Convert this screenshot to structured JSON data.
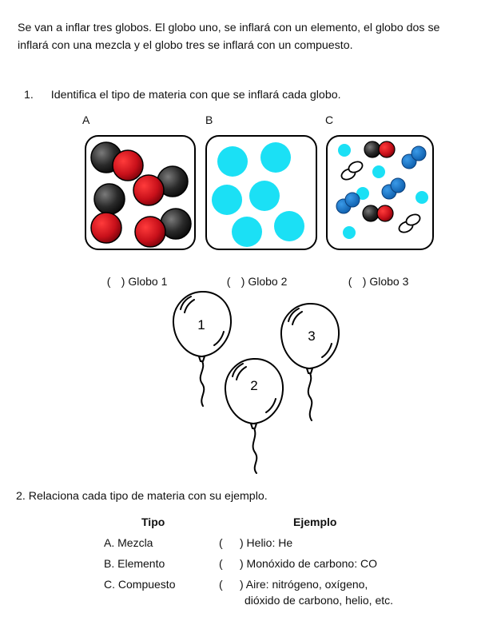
{
  "intro": {
    "line1": "Se van a inflar tres globos. El globo uno, se inflará con un elemento, el globo dos se",
    "line2": "inflará con una mezcla y el globo tres se inflará con un compuesto."
  },
  "question1": {
    "number": "1.",
    "text": "Identifica el tipo de materia con que se inflará cada globo.",
    "boxes": [
      {
        "label": "A"
      },
      {
        "label": "B"
      },
      {
        "label": "C"
      }
    ],
    "options": [
      {
        "paren": "(",
        "text": ") Globo 1"
      },
      {
        "paren": "(",
        "text": ") Globo 2"
      },
      {
        "paren": "(",
        "text": ") Globo 3"
      }
    ],
    "balloons": [
      {
        "number": "1"
      },
      {
        "number": "2"
      },
      {
        "number": "3"
      }
    ]
  },
  "question2": {
    "text": "2. Relaciona cada tipo de materia con su ejemplo.",
    "header_tipo": "Tipo",
    "header_ejemplo": "Ejemplo",
    "rows": [
      {
        "tipo": "A. Mezcla",
        "paren": "(",
        "ejemplo": ") Helio: He"
      },
      {
        "tipo": "B. Elemento",
        "paren": "(",
        "ejemplo": ") Monóxido de carbono: CO"
      },
      {
        "tipo": "C. Compuesto",
        "paren": "(",
        "ejemplo": ") Aire: nitrógeno, oxígeno,",
        "ejemplo2": "dióxido de carbono, helio, etc."
      }
    ]
  },
  "colors": {
    "red": "#c8101a",
    "black": "#2a2a2a",
    "cyan": "#1be0f5",
    "blue": "#1a73c8"
  }
}
